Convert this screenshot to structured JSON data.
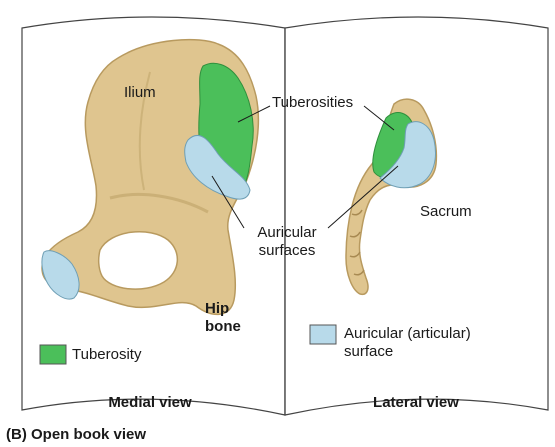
{
  "colors": {
    "bone": "#dfc58f",
    "bone_dark": "#b89a5f",
    "tuberosity": "#4bbf5a",
    "auricular": "#b8daea",
    "page_border": "#444444"
  },
  "left_page": {
    "title": "Medial view",
    "labels": {
      "ilium": "Ilium",
      "hip_bone_line1": "Hip",
      "hip_bone_line2": "bone"
    },
    "legend": {
      "swatch": "tuberosity",
      "text": "Tuberosity"
    }
  },
  "right_page": {
    "title": "Lateral view",
    "labels": {
      "sacrum": "Sacrum"
    },
    "legend": {
      "swatch": "auricular",
      "line1": "Auricular (articular)",
      "line2": "surface"
    }
  },
  "callouts": {
    "tuberosities": "Tuberosities",
    "auricular_line1": "Auricular",
    "auricular_line2": "surfaces"
  },
  "caption": "(B) Open book view"
}
